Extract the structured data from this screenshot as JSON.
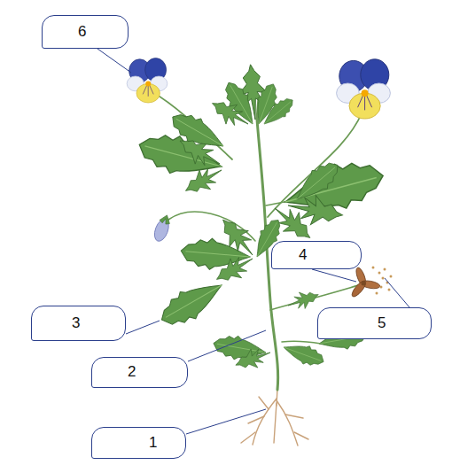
{
  "diagram": {
    "nodes": [
      {
        "text": [
          "6"
        ]
      },
      {
        "text": [
          "4"
        ]
      },
      {
        "text": [
          "3"
        ]
      },
      {
        "text": [
          "5"
        ]
      },
      {
        "text": [
          "2"
        ]
      },
      {
        "text": [
          "1"
        ]
      }
    ]
  }
}
